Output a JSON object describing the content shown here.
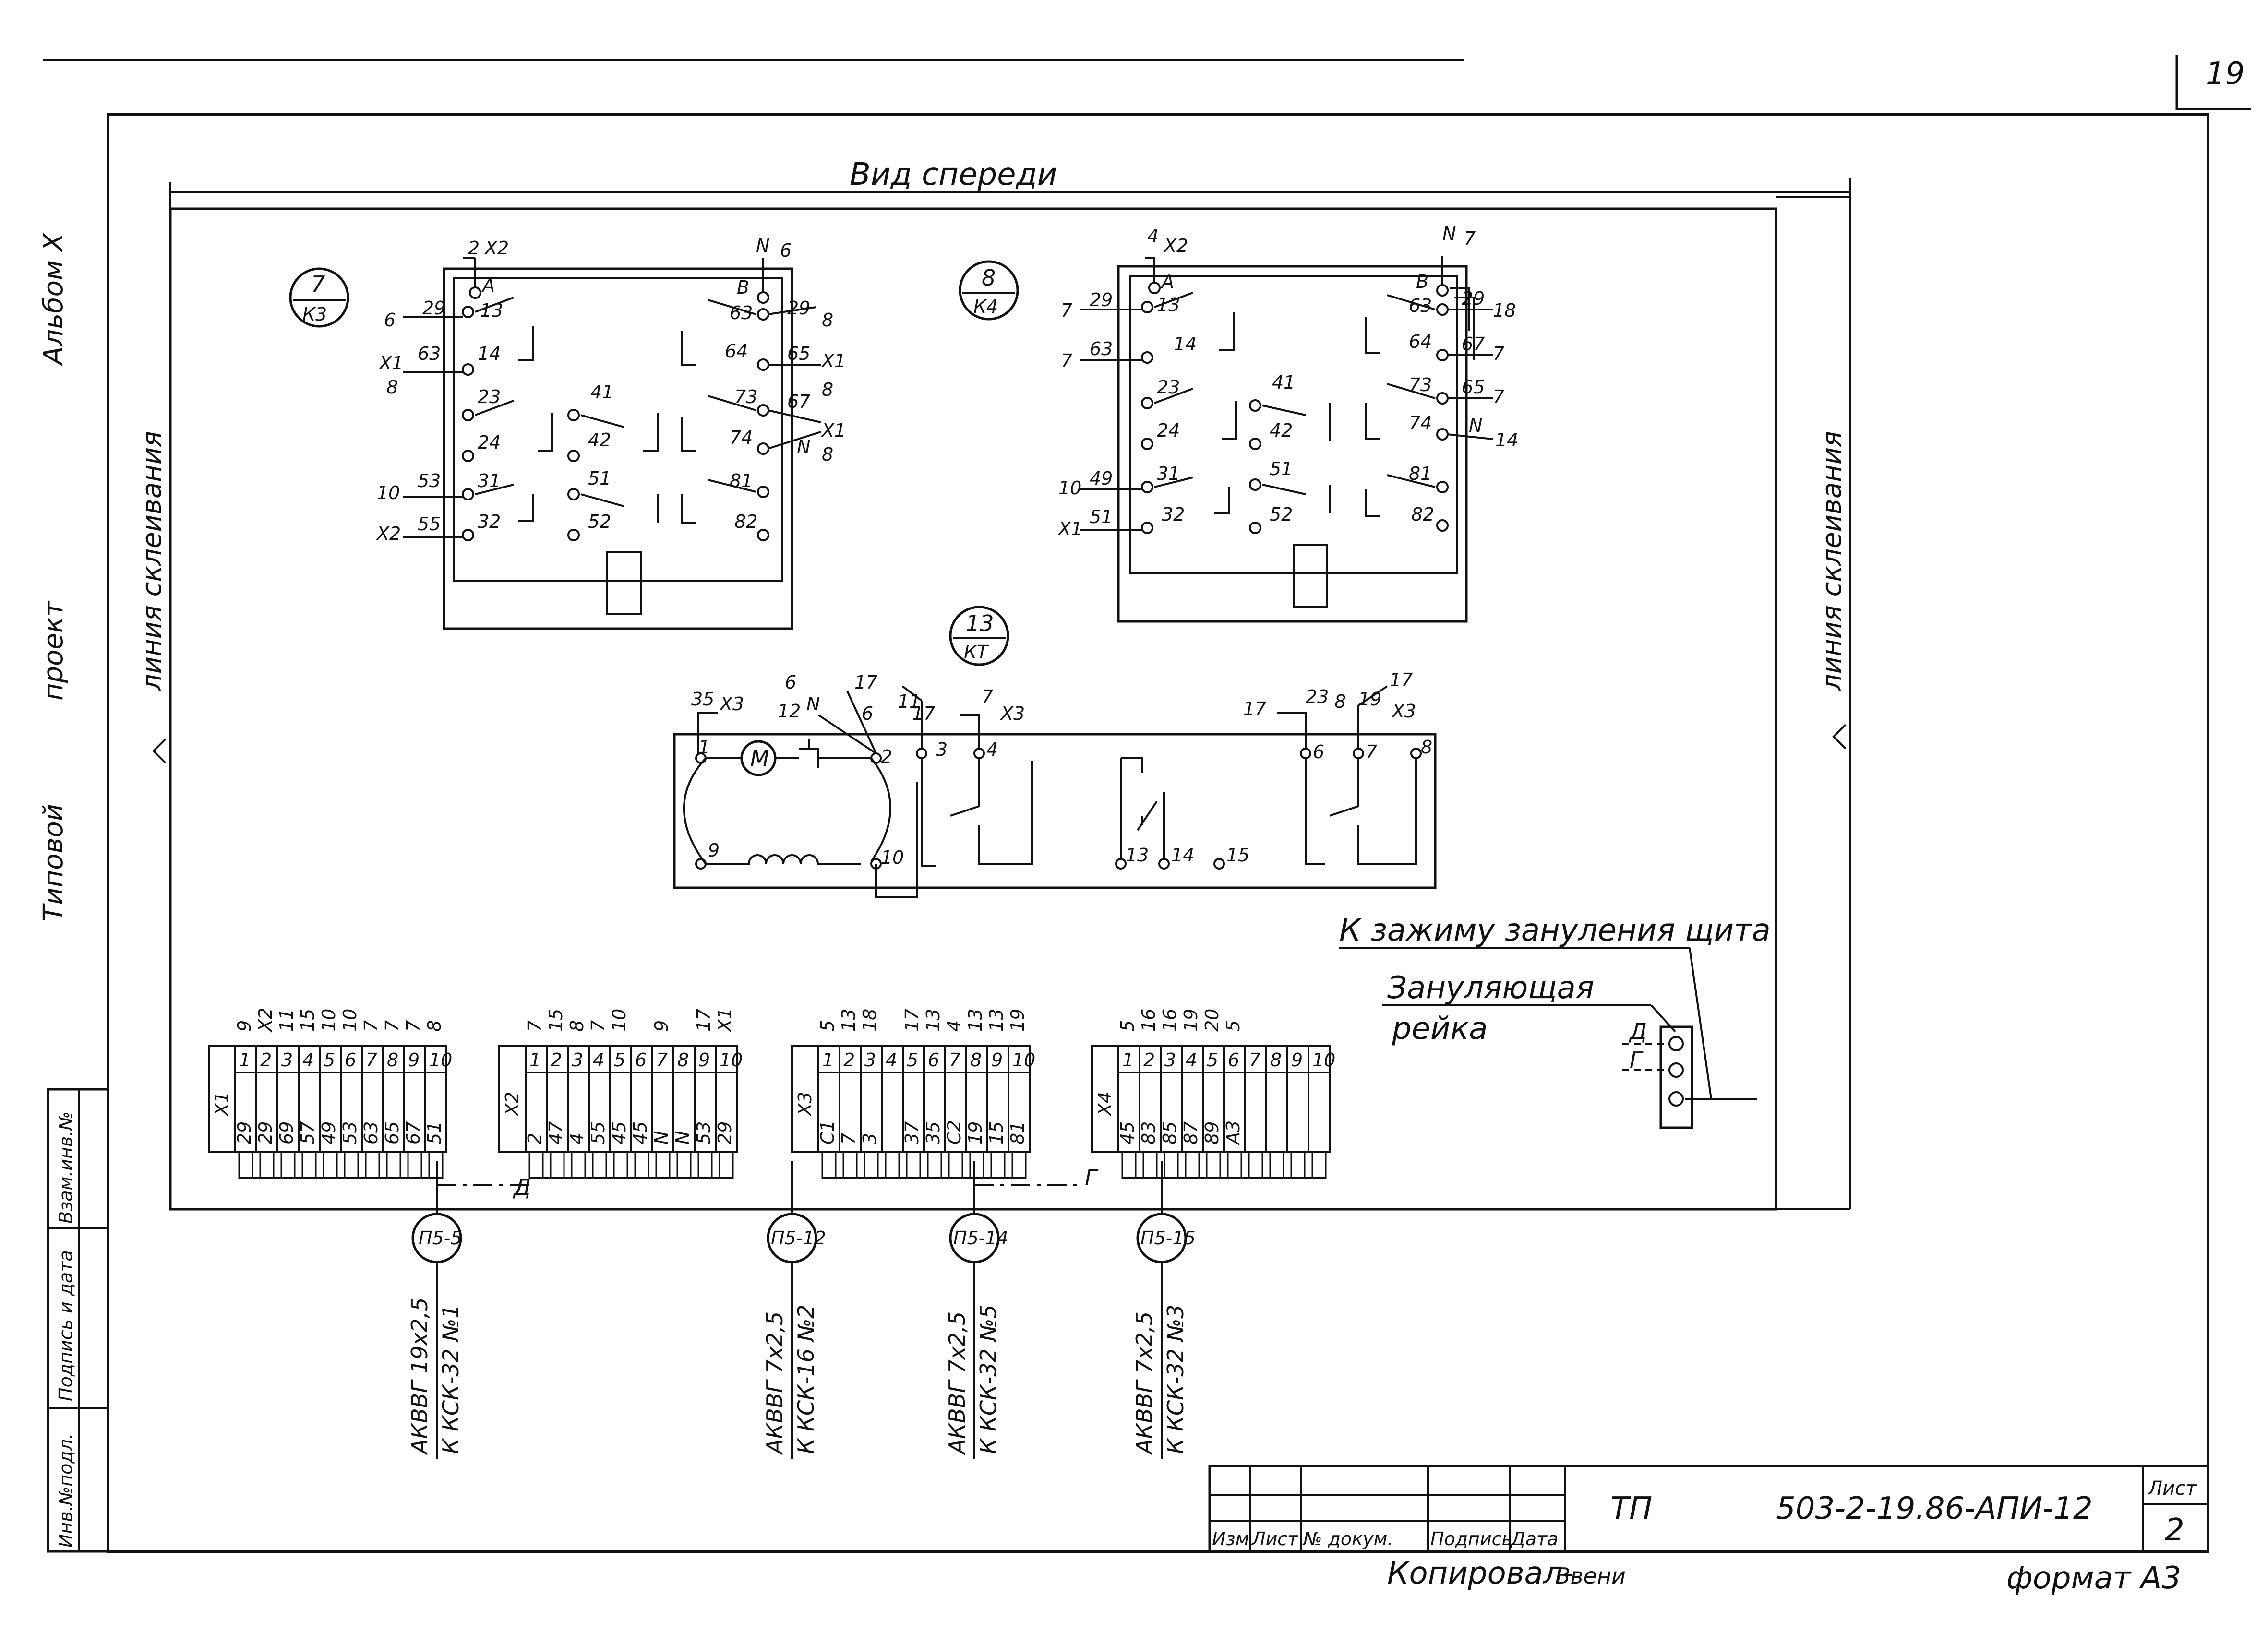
{
  "page": {
    "number": "19",
    "view_title": "Вид спереди",
    "gluing_line": "линия склеивания",
    "side_left": [
      "Альбом X",
      "проект",
      "Типовой"
    ],
    "side_stamp": [
      "Инв.№подл.",
      "Подпись и дата",
      "Взам.инв.№"
    ]
  },
  "relays": [
    {
      "id": "k3",
      "tag": "7",
      "sub": "К3",
      "contacts": [
        "A",
        "13",
        "14",
        "23",
        "24",
        "31",
        "32",
        "41",
        "42",
        "51",
        "52",
        "B",
        "63",
        "64",
        "73",
        "74",
        "81",
        "82"
      ],
      "left_wires": [
        {
          "a": "6",
          "b": "29"
        },
        {
          "a": "X1",
          "b": "63"
        },
        {
          "a": "8",
          "b": ""
        },
        {
          "a": "10",
          "b": "53"
        },
        {
          "a": "X2",
          "b": "55"
        }
      ],
      "top_wires": [
        "2",
        "X2",
        "N",
        "6"
      ],
      "right_wires": [
        "29",
        "8",
        "65",
        "X1",
        "67",
        "8",
        "X1",
        "N",
        "8"
      ]
    },
    {
      "id": "k4",
      "tag": "8",
      "sub": "К4",
      "contacts": [
        "A",
        "13",
        "14",
        "23",
        "24",
        "31",
        "32",
        "41",
        "42",
        "51",
        "52",
        "B",
        "63",
        "64",
        "73",
        "74",
        "81",
        "82"
      ],
      "left_wires": [
        {
          "a": "7",
          "b": "29"
        },
        {
          "a": "7",
          "b": "63"
        },
        {
          "a": "10",
          "b": "49"
        },
        {
          "a": "X1",
          "b": "51"
        }
      ],
      "top_wires": [
        "4",
        "X2",
        "N",
        "7"
      ],
      "right_wires": [
        "29",
        "18",
        "67",
        "7",
        "65",
        "7",
        "N",
        "14"
      ]
    }
  ],
  "timer": {
    "tag": "13",
    "sub": "КТ",
    "motor": "M",
    "terminals": [
      "1",
      "2",
      "3",
      "4",
      "6",
      "7",
      "8",
      "9",
      "10",
      "13",
      "14",
      "15"
    ],
    "wires": [
      "35",
      "X3",
      "6",
      "N",
      "12",
      "6",
      "17",
      "11",
      "17",
      "7",
      "X3",
      "17",
      "23",
      "8",
      "17",
      "19",
      "X3"
    ]
  },
  "earthing": {
    "clamp_label": "К зажиму зануления щита",
    "bar_label_1": "Зануляющая",
    "bar_label_2": "рейка",
    "letters": [
      "Д",
      "Г"
    ]
  },
  "terminal_blocks": [
    {
      "id": "x1",
      "name": "X1",
      "numbers": [
        "1",
        "2",
        "3",
        "4",
        "5",
        "6",
        "7",
        "8",
        "9",
        "10"
      ],
      "top": [
        "9",
        "X2",
        "11",
        "15",
        "10",
        "10",
        "7",
        "7",
        "7",
        "8"
      ],
      "bottom": [
        "29",
        "29",
        "69",
        "57",
        "49",
        "53",
        "63",
        "65",
        "67",
        "51"
      ]
    },
    {
      "id": "x2",
      "name": "X2",
      "numbers": [
        "1",
        "2",
        "3",
        "4",
        "5",
        "6",
        "7",
        "8",
        "9",
        "10"
      ],
      "top": [
        "7",
        "15",
        "8",
        "7",
        "10",
        "",
        "9",
        "",
        "17",
        "X1"
      ],
      "bottom": [
        "2",
        "47",
        "4",
        "55",
        "45",
        "45",
        "N",
        "N",
        "53",
        "29"
      ]
    },
    {
      "id": "x3",
      "name": "X3",
      "numbers": [
        "1",
        "2",
        "3",
        "4",
        "5",
        "6",
        "7",
        "8",
        "9",
        "10"
      ],
      "top": [
        "5",
        "13",
        "18",
        "",
        "17",
        "13",
        "4",
        "13",
        "13",
        "19"
      ],
      "bottom": [
        "C1",
        "7",
        "3",
        "",
        "37",
        "35",
        "C2",
        "19",
        "15",
        "81"
      ]
    },
    {
      "id": "x4",
      "name": "X4",
      "numbers": [
        "1",
        "2",
        "3",
        "4",
        "5",
        "6",
        "7",
        "8",
        "9",
        "10"
      ],
      "top": [
        "5",
        "16",
        "16",
        "19",
        "20",
        "5",
        "",
        "",
        "",
        ""
      ],
      "bottom": [
        "45",
        "83",
        "85",
        "87",
        "89",
        "A3",
        "",
        "",
        "",
        ""
      ]
    }
  ],
  "bus_letters": [
    "Д",
    "Г"
  ],
  "cables": [
    {
      "gland": "П5-5",
      "type": "АКВВГ 19х2,5",
      "dest": "К КСК-32 №1"
    },
    {
      "gland": "П5-12",
      "type": "АКВВГ 7х2,5",
      "dest": "К КСК-16 №2"
    },
    {
      "gland": "П5-14",
      "type": "АКВВГ 7х2,5",
      "dest": "К КСК-32 №5"
    },
    {
      "gland": "П5-15",
      "type": "АКВВГ 7х2,5",
      "dest": "К КСК-32 №3"
    }
  ],
  "title_block": {
    "cols": [
      "Изм",
      "Лист",
      "№ докум.",
      "Подпись",
      "Дата"
    ],
    "tp": "ТП",
    "code": "503-2-19.86-АПИ-12",
    "sheet_label": "Лист",
    "sheet_no": "2",
    "copied": "Копировал-",
    "copied_sign": "Ввени",
    "format": "формат А3"
  }
}
